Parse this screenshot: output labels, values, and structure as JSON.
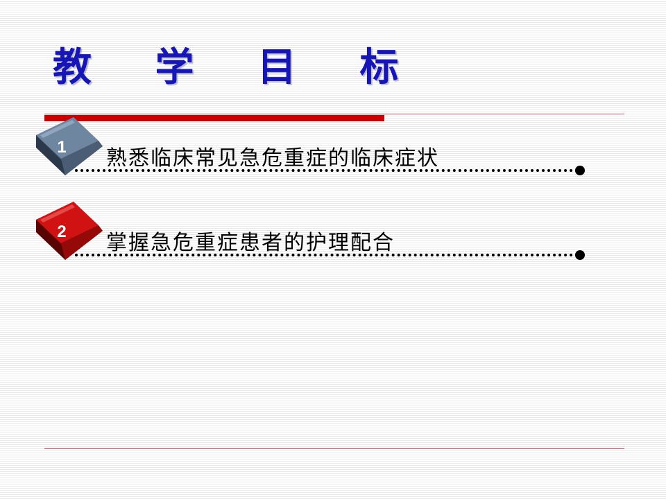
{
  "slide": {
    "title": "教 学 目 标",
    "items": [
      {
        "number": "1",
        "text": "熟悉临床常见急危重症的临床症状",
        "badge_color": "#5f7690"
      },
      {
        "number": "2",
        "text": "掌握急危重症患者的护理配合",
        "badge_color": "#c40c0c"
      }
    ],
    "colors": {
      "title": "#1515b8",
      "accent_rule": "#cc0000"
    }
  }
}
